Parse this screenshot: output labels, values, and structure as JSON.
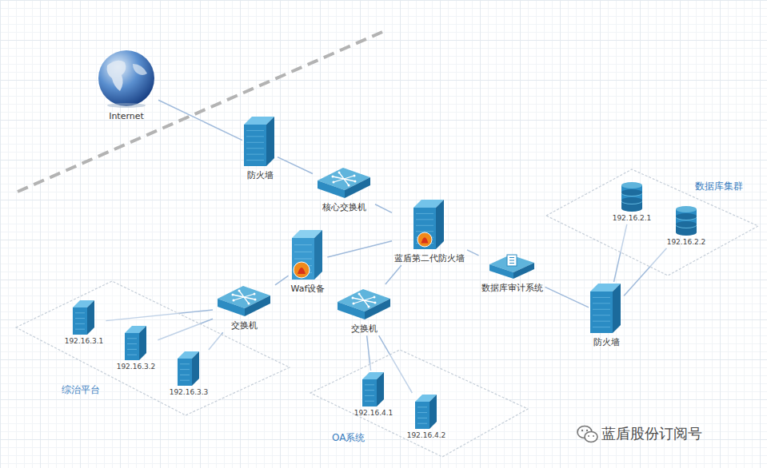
{
  "diagram": {
    "nodes": [
      {
        "text": [
          "Internet"
        ]
      },
      {
        "text": [
          "防火墙"
        ]
      },
      {
        "text": [
          "核心交换机"
        ]
      },
      {
        "text": [
          "蓝盾第二代防火墙"
        ]
      },
      {
        "text": [
          "数据库集群"
        ]
      },
      {
        "text": [
          "192.16.2.1"
        ],
        "in": 4
      },
      {
        "text": [
          "192.16.2.2"
        ],
        "in": 4
      },
      {
        "text": [
          "Waf设备"
        ]
      },
      {
        "text": [
          "交换机"
        ]
      },
      {
        "text": [
          "数据库审计系统"
        ]
      },
      {
        "text": [
          "交换机"
        ]
      },
      {
        "text": [
          "防火墙"
        ]
      },
      {
        "text": [
          "综治平台"
        ]
      },
      {
        "text": [
          "192.16.3.1"
        ],
        "in": 12
      },
      {
        "text": [
          "192.16.3.2"
        ],
        "in": 12
      },
      {
        "text": [
          "192.16.3.3"
        ],
        "in": 12
      },
      {
        "text": [
          "OA系统"
        ]
      },
      {
        "text": [
          "192.16.4.1"
        ],
        "in": 16
      },
      {
        "text": [
          "192.16.4.2"
        ],
        "in": 16
      }
    ],
    "edges": [
      {
        "from": 0,
        "to": 1,
        "arrow": "none"
      },
      {
        "from": 1,
        "to": 2,
        "arrow": "none"
      },
      {
        "from": 2,
        "to": 3,
        "arrow": "none"
      },
      {
        "from": 7,
        "to": 3,
        "arrow": "none"
      },
      {
        "from": 8,
        "to": 7,
        "arrow": "none"
      },
      {
        "from": 8,
        "to": 13,
        "arrow": "none"
      },
      {
        "from": 8,
        "to": 14,
        "arrow": "none"
      },
      {
        "from": 8,
        "to": 15,
        "arrow": "none"
      },
      {
        "from": 3,
        "to": 10,
        "arrow": "none"
      },
      {
        "from": 10,
        "to": 17,
        "arrow": "none"
      },
      {
        "from": 10,
        "to": 18,
        "arrow": "none"
      },
      {
        "from": 3,
        "to": 9,
        "arrow": "none"
      },
      {
        "from": 9,
        "to": 11,
        "arrow": "none"
      },
      {
        "from": 11,
        "to": 5,
        "arrow": "none"
      },
      {
        "from": 11,
        "to": 6,
        "arrow": "none"
      }
    ],
    "labels": [
      "蓝盾股份订阅号"
    ]
  }
}
